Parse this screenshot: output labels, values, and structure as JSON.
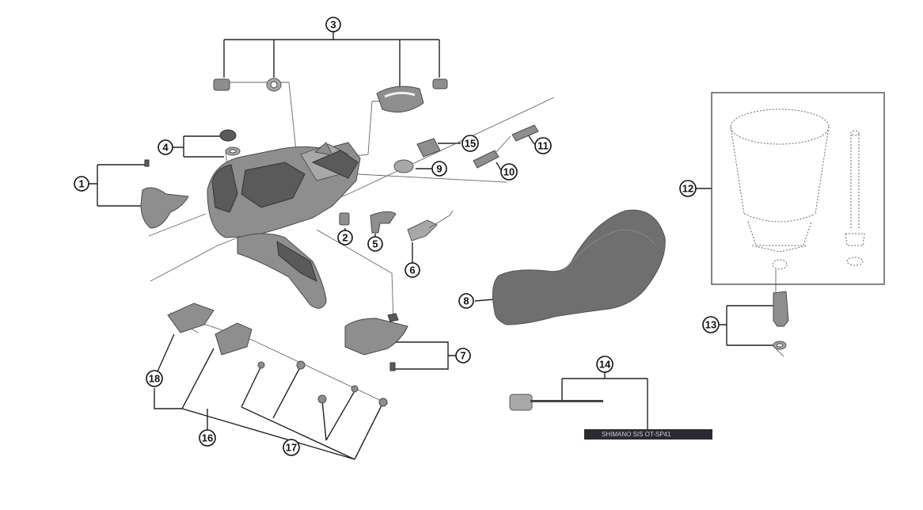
{
  "callouts": [
    {
      "id": "c1",
      "label": "1"
    },
    {
      "id": "c2",
      "label": "2"
    },
    {
      "id": "c3",
      "label": "3"
    },
    {
      "id": "c4",
      "label": "4"
    },
    {
      "id": "c5",
      "label": "5"
    },
    {
      "id": "c6",
      "label": "6"
    },
    {
      "id": "c7",
      "label": "7"
    },
    {
      "id": "c8",
      "label": "8"
    },
    {
      "id": "c9",
      "label": "9"
    },
    {
      "id": "c10",
      "label": "10"
    },
    {
      "id": "c11",
      "label": "11"
    },
    {
      "id": "c12",
      "label": "12"
    },
    {
      "id": "c13",
      "label": "13"
    },
    {
      "id": "c14",
      "label": "14"
    },
    {
      "id": "c15",
      "label": "15"
    },
    {
      "id": "c16",
      "label": "16"
    },
    {
      "id": "c17",
      "label": "17"
    },
    {
      "id": "c18",
      "label": "18"
    }
  ],
  "cable_print": "SHIMANO SIS  OT-SP41"
}
